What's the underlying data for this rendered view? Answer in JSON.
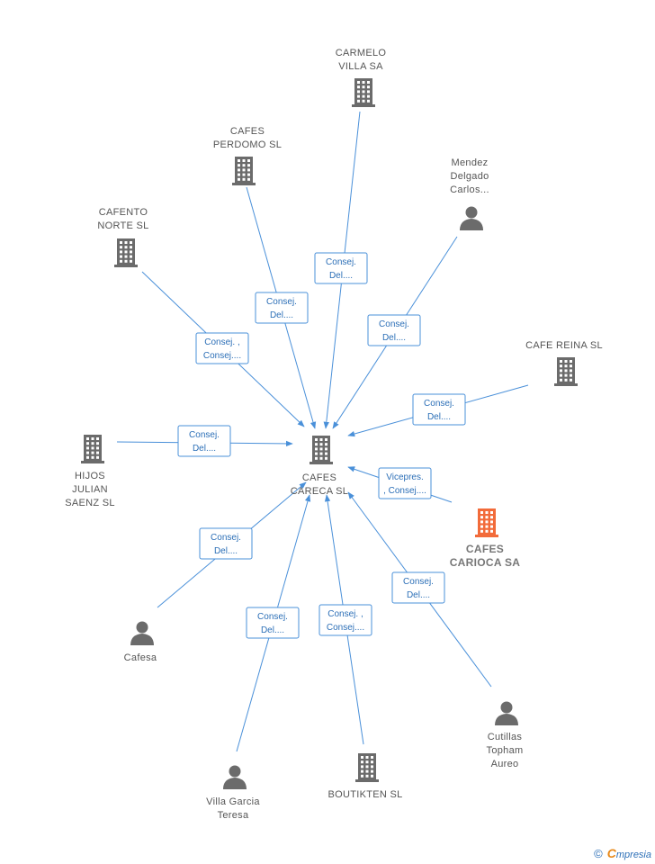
{
  "colors": {
    "edge": "#4a90d9",
    "node": "#6b6b6b",
    "highlight": "#f26b3a"
  },
  "center": {
    "id": "center",
    "icon": "building-icon",
    "lines": [
      "CAFES",
      "CARECA SL"
    ]
  },
  "nodes": [
    {
      "id": "carmelo",
      "icon": "building-icon",
      "lines": [
        "CARMELO",
        "VILLA SA"
      ]
    },
    {
      "id": "perdomo",
      "icon": "building-icon",
      "lines": [
        "CAFES",
        "PERDOMO  SL"
      ]
    },
    {
      "id": "mendez",
      "icon": "person-icon",
      "lines": [
        "Mendez",
        "Delgado",
        "Carlos..."
      ]
    },
    {
      "id": "cafento",
      "icon": "building-icon",
      "lines": [
        "CAFENTO",
        "NORTE SL"
      ]
    },
    {
      "id": "reina",
      "icon": "building-icon",
      "lines": [
        "CAFE REINA SL"
      ]
    },
    {
      "id": "hijos",
      "icon": "building-icon",
      "lines": [
        "HIJOS",
        "JULIAN",
        "SAENZ  SL"
      ]
    },
    {
      "id": "carioca",
      "icon": "building-icon",
      "highlight": true,
      "lines": [
        "CAFES",
        "CARIOCA SA"
      ]
    },
    {
      "id": "cafesa",
      "icon": "person-icon",
      "lines": [
        "Cafesa"
      ]
    },
    {
      "id": "cutillas",
      "icon": "person-icon",
      "lines": [
        "Cutillas",
        "Topham",
        "Aureo"
      ]
    },
    {
      "id": "villa",
      "icon": "person-icon",
      "lines": [
        "Villa Garcia",
        "Teresa"
      ]
    },
    {
      "id": "boutikten",
      "icon": "building-icon",
      "lines": [
        "BOUTIKTEN SL"
      ]
    }
  ],
  "edges": [
    {
      "from": "carmelo",
      "lines": [
        "Consej.",
        "Del...."
      ]
    },
    {
      "from": "perdomo",
      "lines": [
        "Consej.",
        "Del...."
      ]
    },
    {
      "from": "mendez",
      "lines": [
        "Consej.",
        "Del...."
      ]
    },
    {
      "from": "cafento",
      "lines": [
        "Consej. ,",
        "Consej...."
      ]
    },
    {
      "from": "reina",
      "lines": [
        "Consej.",
        "Del...."
      ]
    },
    {
      "from": "hijos",
      "lines": [
        "Consej.",
        "Del...."
      ]
    },
    {
      "from": "carioca",
      "lines": [
        "Vicepres.",
        ", Consej...."
      ]
    },
    {
      "from": "cafesa",
      "lines": [
        "Consej.",
        "Del...."
      ]
    },
    {
      "from": "cutillas",
      "lines": [
        "Consej.",
        "Del...."
      ]
    },
    {
      "from": "villa",
      "lines": [
        "Consej.",
        "Del...."
      ]
    },
    {
      "from": "boutikten",
      "lines": [
        "Consej. ,",
        "Consej...."
      ]
    }
  ],
  "footer": {
    "copyright": "©",
    "brand_initial": "C",
    "brand_rest": "mpresia"
  }
}
